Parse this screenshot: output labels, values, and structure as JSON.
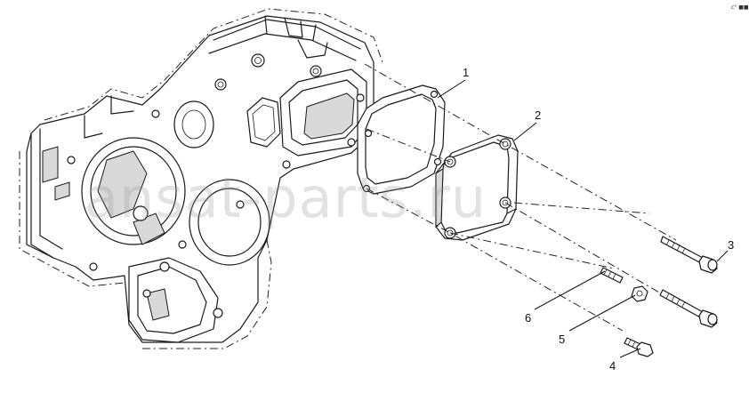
{
  "watermark": "ansat-parts.ru",
  "corner_mark": "c° ■■",
  "callouts": [
    {
      "id": "1",
      "label": "1"
    },
    {
      "id": "2",
      "label": "2"
    },
    {
      "id": "3",
      "label": "3"
    },
    {
      "id": "4",
      "label": "4"
    },
    {
      "id": "5",
      "label": "5"
    },
    {
      "id": "6",
      "label": "6"
    }
  ]
}
